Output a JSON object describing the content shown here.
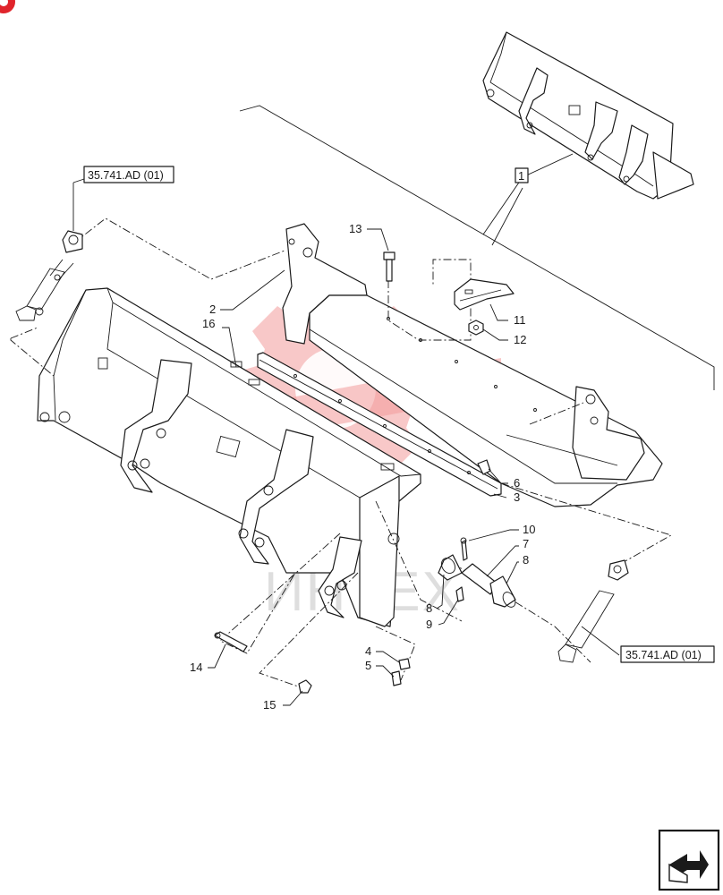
{
  "diagram": {
    "watermark_text": "ИНТЕХ",
    "reference_labels": [
      {
        "id": "ref-top",
        "text": "35.741.AD (01)"
      },
      {
        "id": "ref-bottom",
        "text": "35.741.AD (01)"
      }
    ],
    "callouts": {
      "c1": "1",
      "c2": "2",
      "c3": "3",
      "c4": "4",
      "c5": "5",
      "c6": "6",
      "c7": "7",
      "c8a": "8",
      "c8b": "8",
      "c9": "9",
      "c10": "10",
      "c11": "11",
      "c12": "12",
      "c13": "13",
      "c14": "14",
      "c15": "15",
      "c16": "16"
    },
    "icons": {
      "corner_badge": "red-circle-badge",
      "nav": "next-page-arrow-icon"
    },
    "colors": {
      "line": "#1a1a1a",
      "watermark": "#f39a9a",
      "badge": "#e0242b"
    }
  }
}
